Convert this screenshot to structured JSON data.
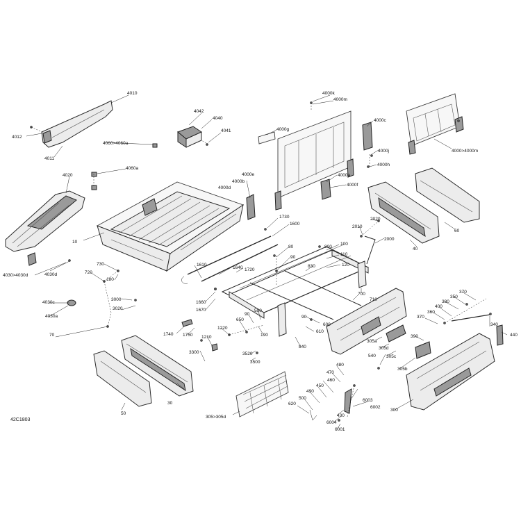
{
  "diagram": {
    "reference": "42C1803",
    "labels": {
      "p10": "10",
      "p30": "30",
      "p40": "40",
      "p50": "50",
      "p60": "60",
      "p70": "70",
      "p80": "80",
      "p90a": "90",
      "p90b": "90",
      "p90c": "90",
      "p100": "100",
      "p110": "110",
      "p120": "120",
      "p180": "180",
      "p190": "190",
      "p300": "300",
      "p305a": "305a",
      "p305b": "305b",
      "p305c": "305c",
      "p305d": "305d",
      "p305r": "305>305d",
      "p340": "340",
      "p350": "350",
      "p360": "360",
      "p370a": "370",
      "p370b": "370",
      "p380": "380",
      "p390": "390",
      "p400": "400",
      "p430": "430",
      "p440": "440",
      "p450": "450",
      "p460": "460",
      "p470": "470",
      "p480": "480",
      "p490": "490",
      "p500": "500",
      "p540": "540",
      "p590": "590",
      "p600": "600",
      "p610": "610",
      "p620": "620",
      "p650": "650",
      "p700": "700",
      "p710": "710",
      "p720": "720",
      "p730": "730",
      "p800": "800",
      "p830": "830",
      "p840": "840",
      "p1210": "1210",
      "p1220": "1220",
      "p1600": "1600",
      "p1610": "1610",
      "p1640": "1640",
      "p1660": "1660",
      "p1670": "1670",
      "p1720": "1720",
      "p1730": "1730",
      "p1740": "1740",
      "p1750": "1750",
      "p2000": "2000",
      "p2010": "2010",
      "p2020": "2020",
      "p3000": "3000",
      "p3020": "3020",
      "p3300": "3300",
      "p3500": "3500",
      "p3520": "3520",
      "p4000r": "4000>4000m",
      "p4000a": "4000a",
      "p4000b": "4000b",
      "p4000c": "4000c",
      "p4000d": "4000d",
      "p4000e": "4000e",
      "p4000f": "4000f",
      "p4000g": "4000g",
      "p4000h": "4000h",
      "p4000j": "4000j",
      "p4000k": "4000k",
      "p4000m": "4000m",
      "p4010": "4010",
      "p4011": "4011",
      "p4012": "4012",
      "p4020": "4020",
      "p4030r": "4030>4030d",
      "p4030a": "4030a",
      "p4030c": "4030c",
      "p4030d": "4030d",
      "p4040": "4040",
      "p4041": "4041",
      "p4042": "4042",
      "p4060r": "4060>4060a",
      "p4060a": "4060a",
      "p6001": "6001",
      "p6002": "6002",
      "p6003": "6003",
      "p6004": "6004"
    }
  }
}
